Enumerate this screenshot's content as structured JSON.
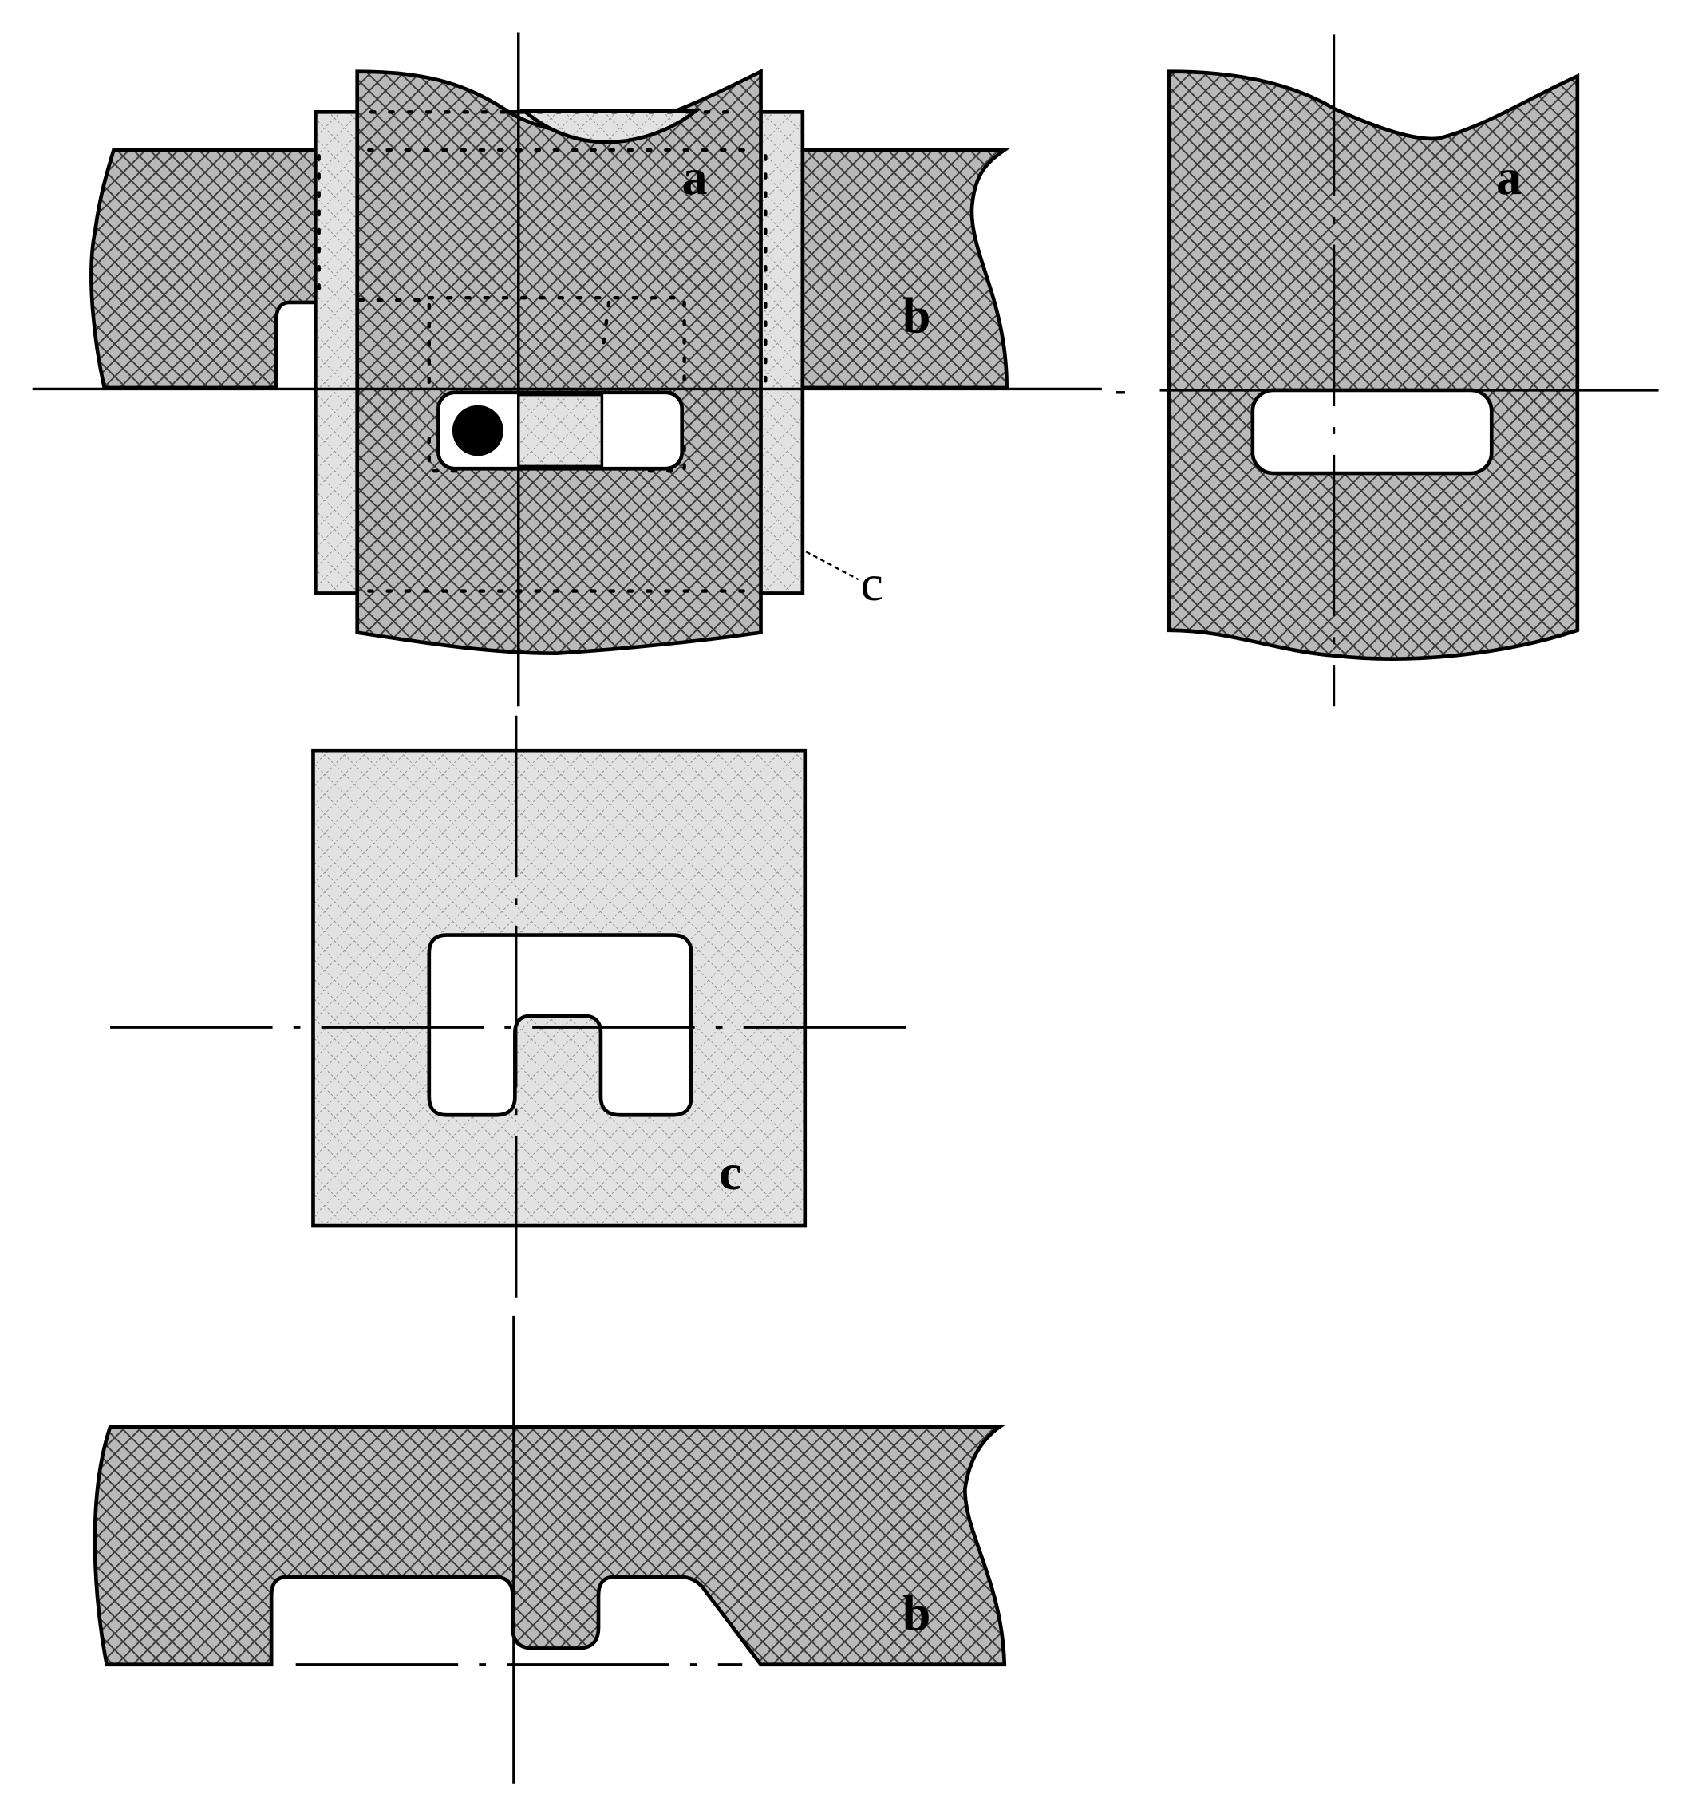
{
  "figure": {
    "type": "technical-drawing",
    "description": "Exploded/assembled views of a three-part interlocking plate assembly",
    "views": [
      {
        "id": "assembly",
        "position": "top-left",
        "parts_shown": [
          "a",
          "b",
          "c"
        ]
      },
      {
        "id": "part-a",
        "position": "top-right",
        "parts_shown": [
          "a"
        ]
      },
      {
        "id": "part-c",
        "position": "middle-left",
        "parts_shown": [
          "c"
        ]
      },
      {
        "id": "part-b",
        "position": "bottom-left",
        "parts_shown": [
          "b"
        ]
      }
    ]
  },
  "labels": {
    "assembly_a": "a",
    "assembly_b": "b",
    "assembly_c": "c",
    "part_a": "a",
    "part_c": "c",
    "part_b": "b"
  },
  "colors": {
    "line": "#000000",
    "background": "#ffffff",
    "hatch_dark": "#8a8a8a",
    "hatch_light": "#c8c8c8"
  }
}
